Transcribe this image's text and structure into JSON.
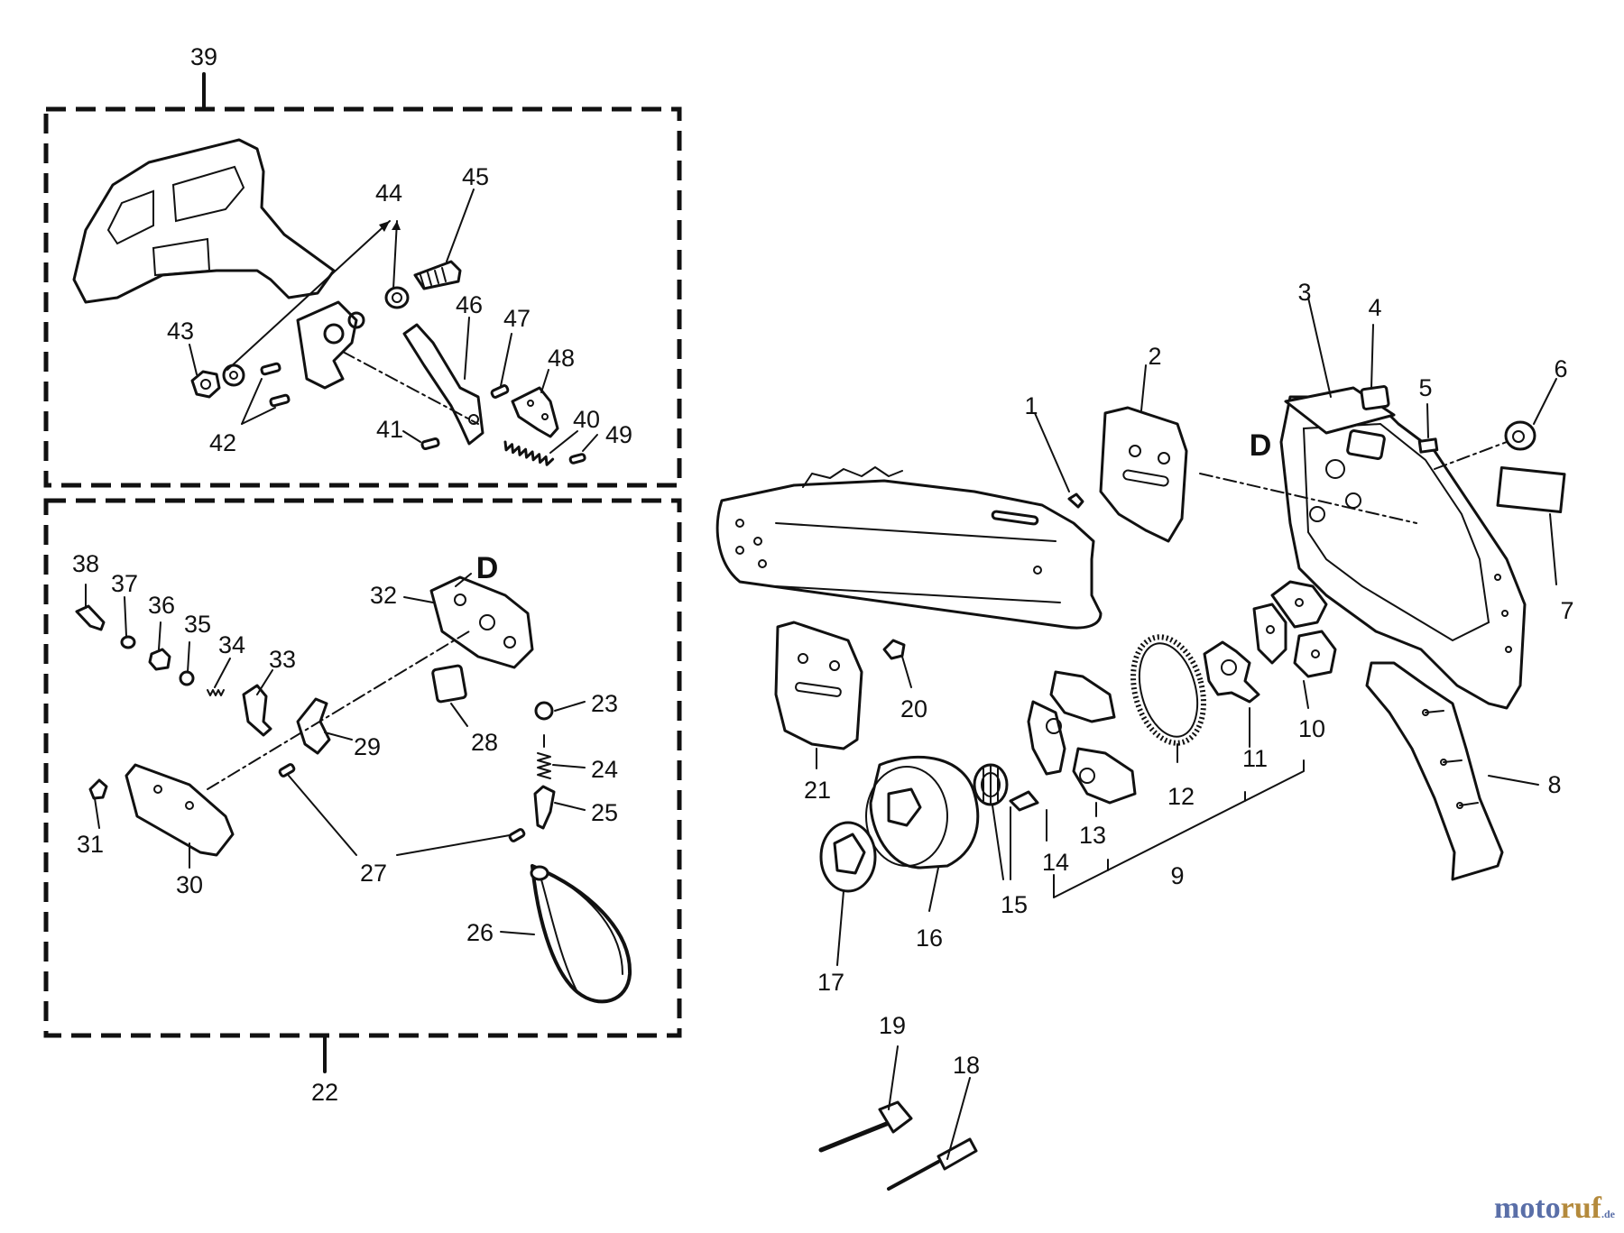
{
  "diagram": {
    "labels": [
      "39",
      "44",
      "45",
      "43",
      "46",
      "47",
      "48",
      "42",
      "41",
      "40",
      "49",
      "38",
      "37",
      "36",
      "35",
      "34",
      "33",
      "32",
      "D",
      "29",
      "28",
      "23",
      "24",
      "25",
      "31",
      "30",
      "27",
      "26",
      "22",
      "3",
      "4",
      "2",
      "1",
      "5",
      "6",
      "D",
      "7",
      "20",
      "21",
      "10",
      "11",
      "12",
      "8",
      "9",
      "13",
      "14",
      "15",
      "16",
      "17",
      "19",
      "18"
    ]
  },
  "watermark": {
    "part1": "moto",
    "part2": "ruf",
    "suffix": ".de"
  }
}
